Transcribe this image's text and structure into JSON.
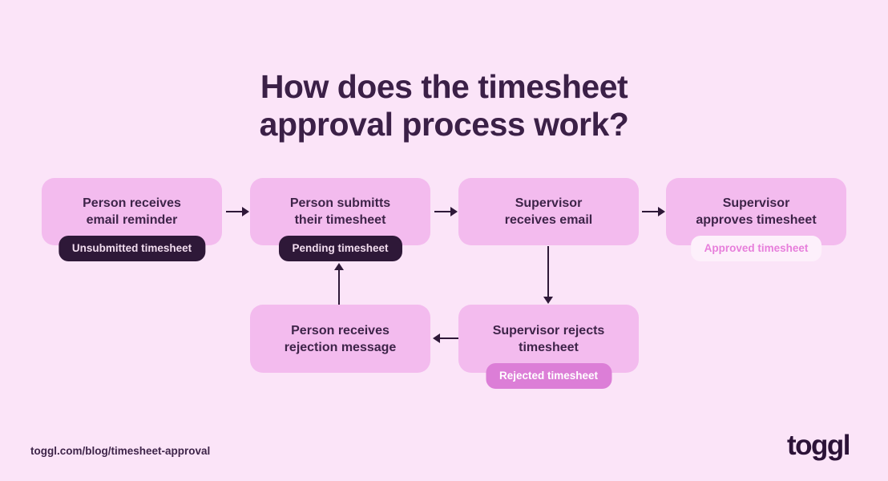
{
  "title": {
    "line1": "How does the timesheet",
    "line2": "approval process work?"
  },
  "flow": {
    "nodes": [
      {
        "line1": "Person receives",
        "line2": "email reminder",
        "badge": "Unsubmitted timesheet",
        "badge_style": "dark"
      },
      {
        "line1": "Person submitts",
        "line2": "their timesheet",
        "badge": "Pending timesheet",
        "badge_style": "dark"
      },
      {
        "line1": "Supervisor",
        "line2": "receives email"
      },
      {
        "line1": "Supervisor",
        "line2": "approves timesheet",
        "badge": "Approved timesheet",
        "badge_style": "light"
      },
      {
        "line1": "Person receives",
        "line2": "rejection message"
      },
      {
        "line1": "Supervisor rejects",
        "line2": "timesheet",
        "badge": "Rejected timesheet",
        "badge_style": "pink"
      }
    ]
  },
  "footer": {
    "url": "toggl.com/blog/timesheet-approval",
    "logo": "toggl"
  },
  "colors": {
    "background": "#fbe4f8",
    "node_fill": "#f3bbee",
    "badge_dark_bg": "#2e1838",
    "badge_dark_text": "#f2ddef",
    "badge_light_bg": "#fdf0fb",
    "badge_light_text": "#e77edb",
    "badge_pink_bg": "#dc7ed7",
    "badge_pink_text": "#ffffff",
    "arrow": "#2e1838",
    "title_text": "#3b2047",
    "node_text": "#3e2449",
    "logo_text": "#2c1338"
  }
}
